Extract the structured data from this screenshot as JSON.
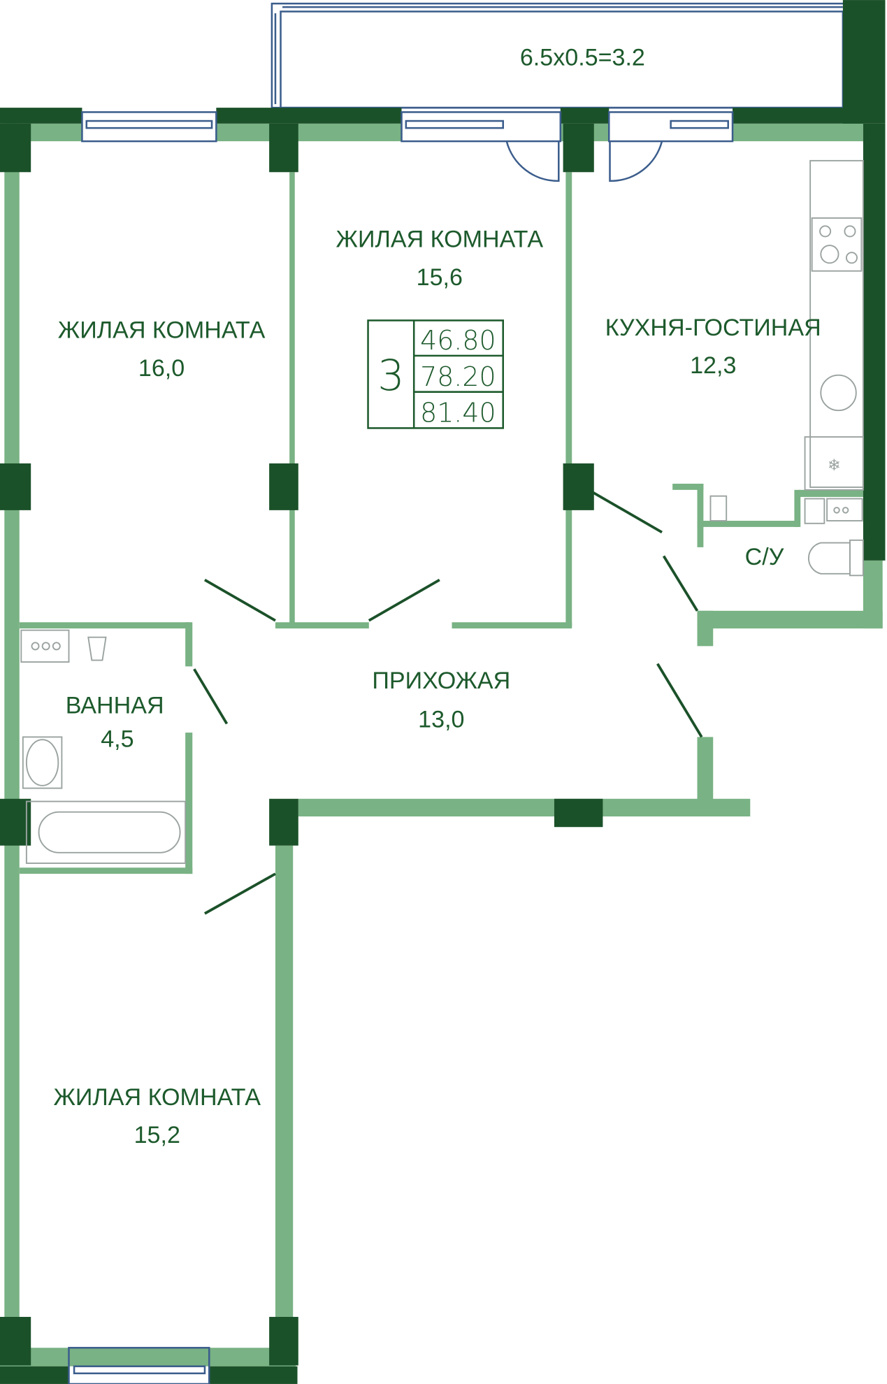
{
  "balcony": {
    "label": "6.5x0.5=3.2"
  },
  "rooms": [
    {
      "name": "ЖИЛАЯ КОМНАТА",
      "area": "16,0"
    },
    {
      "name": "ЖИЛАЯ КОМНАТА",
      "area": "15,6"
    },
    {
      "name": "КУХНЯ-ГОСТИНАЯ",
      "area": "12,3"
    },
    {
      "name": "С/У",
      "area": ""
    },
    {
      "name": "ВАННАЯ",
      "area": "4,5"
    },
    {
      "name": "ПРИХОЖАЯ",
      "area": "13,0"
    },
    {
      "name": "ЖИЛАЯ КОМНАТА",
      "area": "15,2"
    }
  ],
  "summary": {
    "rooms_count": "3",
    "living_area": "46.80",
    "total_area": "78.20",
    "total_with_balcony": "81.40"
  },
  "colors": {
    "wall_dark": "#1b5129",
    "wall_light": "#79b284",
    "window": "#3b5d8c",
    "text": "#1d5a2c"
  }
}
